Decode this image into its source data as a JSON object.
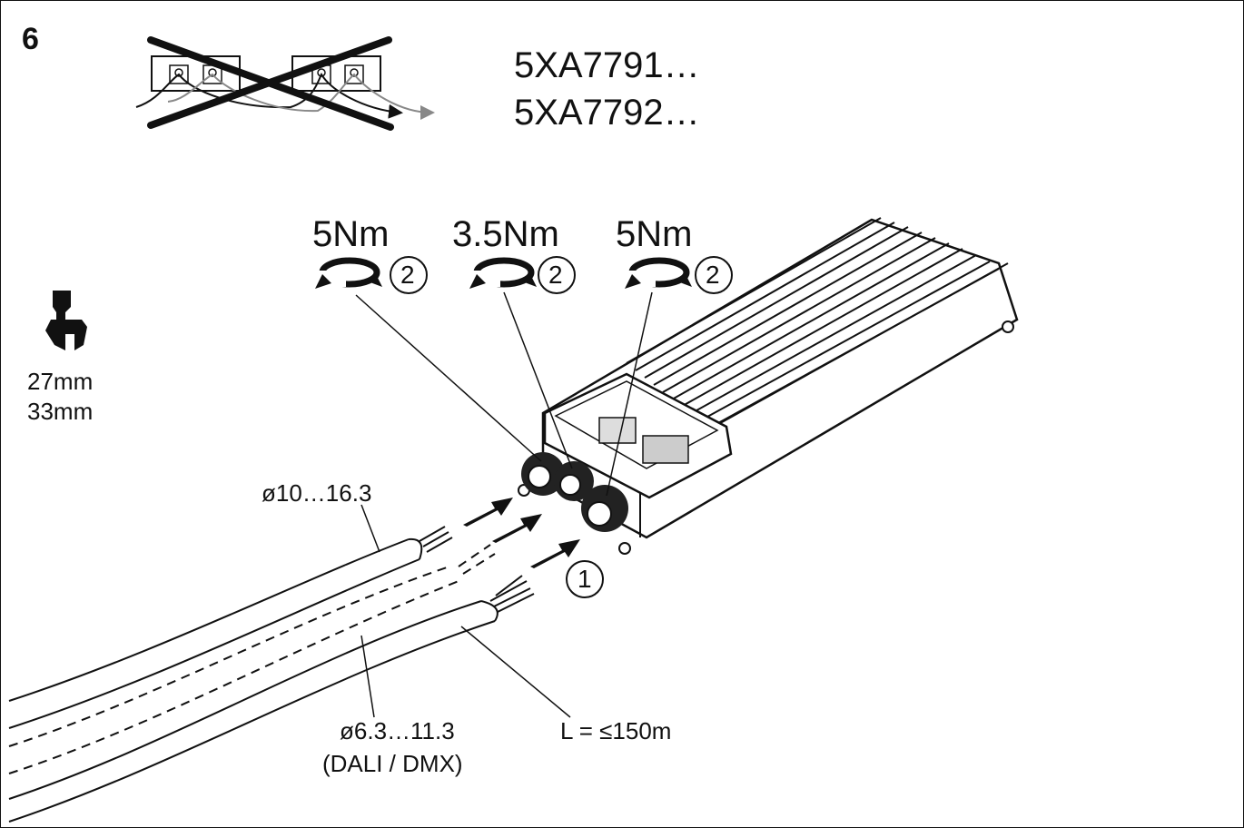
{
  "step_number": "6",
  "models": [
    "5XA7791…",
    "5XA7792…"
  ],
  "torques": [
    {
      "value": "5Nm",
      "step": "2"
    },
    {
      "value": "3.5Nm",
      "step": "2"
    },
    {
      "value": "5Nm",
      "step": "2"
    }
  ],
  "wrench_sizes": [
    "27mm",
    "33mm"
  ],
  "cables": {
    "power_diameter": "ø10…16.3",
    "control_diameter": "ø6.3…11.3",
    "control_type": "(DALI / DMX)",
    "length": "L = ≤150m"
  },
  "insert_step": "1",
  "icons": {
    "prohibited": "crossed-out-daisy-chain-icon",
    "torque": "rotate-clockwise-icon",
    "wrench": "wrench-icon",
    "insert": "arrow-right-icon"
  }
}
